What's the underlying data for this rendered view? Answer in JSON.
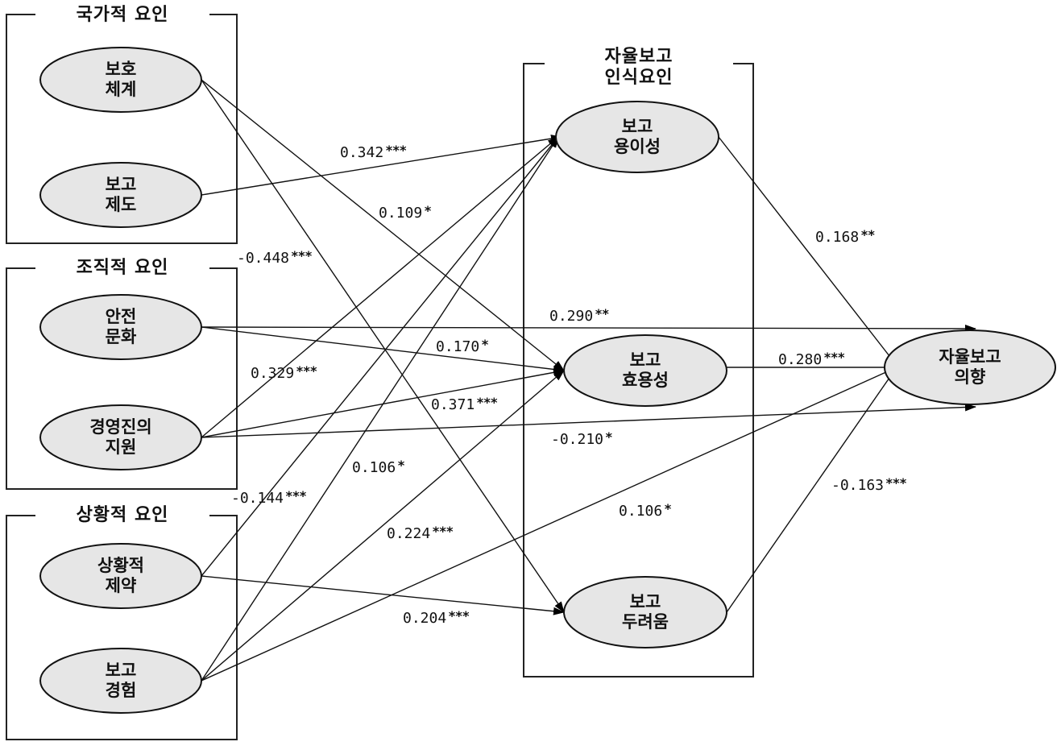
{
  "groups": {
    "national": {
      "title": "국가적 요인"
    },
    "organizational": {
      "title": "조직적 요인"
    },
    "situational": {
      "title": "상황적 요인"
    },
    "perception": {
      "title_line1": "자율보고",
      "title_line2": "인식요인"
    }
  },
  "nodes": {
    "protection": {
      "line1": "보호",
      "line2": "체계"
    },
    "system": {
      "line1": "보고",
      "line2": "제도"
    },
    "safety": {
      "line1": "안전",
      "line2": "문화"
    },
    "management": {
      "line1": "경영진의",
      "line2": "지원"
    },
    "constraint": {
      "line1": "상황적",
      "line2": "제약"
    },
    "experience": {
      "line1": "보고",
      "line2": "경험"
    },
    "ease": {
      "line1": "보고",
      "line2": "용이성"
    },
    "utility": {
      "line1": "보고",
      "line2": "효용성"
    },
    "fear": {
      "line1": "보고",
      "line2": "두려움"
    },
    "intention": {
      "line1": "자율보고",
      "line2": "의향"
    }
  },
  "paths": [
    {
      "from": "system",
      "to": "ease",
      "value": "0.342",
      "sig": "***"
    },
    {
      "from": "protection",
      "to": "utility",
      "value": "0.109",
      "sig": "*"
    },
    {
      "from": "protection",
      "to": "fear",
      "value": "-0.448",
      "sig": "***"
    },
    {
      "from": "ease",
      "to": "intention",
      "value": "0.168",
      "sig": "**"
    },
    {
      "from": "safety",
      "to": "intention",
      "value": "0.290",
      "sig": "**"
    },
    {
      "from": "safety",
      "to": "utility",
      "value": "0.170",
      "sig": "*"
    },
    {
      "from": "management",
      "to": "ease",
      "value": "0.329",
      "sig": "***"
    },
    {
      "from": "utility",
      "to": "intention",
      "value": "0.280",
      "sig": "***"
    },
    {
      "from": "management",
      "to": "utility",
      "value": "0.371",
      "sig": "***"
    },
    {
      "from": "management",
      "to": "intention",
      "value": "-0.210",
      "sig": "*"
    },
    {
      "from": "constraint",
      "to": "ease",
      "value": "0.106",
      "sig": "*"
    },
    {
      "from": "experience",
      "to": "ease",
      "value": "-0.144",
      "sig": "***"
    },
    {
      "from": "fear",
      "to": "intention",
      "value": "-0.163",
      "sig": "***"
    },
    {
      "from": "experience",
      "to": "utility",
      "value": "0.224",
      "sig": "***"
    },
    {
      "from": "experience",
      "to": "intention",
      "value": "0.106",
      "sig": "*"
    },
    {
      "from": "constraint",
      "to": "fear",
      "value": "0.204",
      "sig": "***"
    }
  ]
}
